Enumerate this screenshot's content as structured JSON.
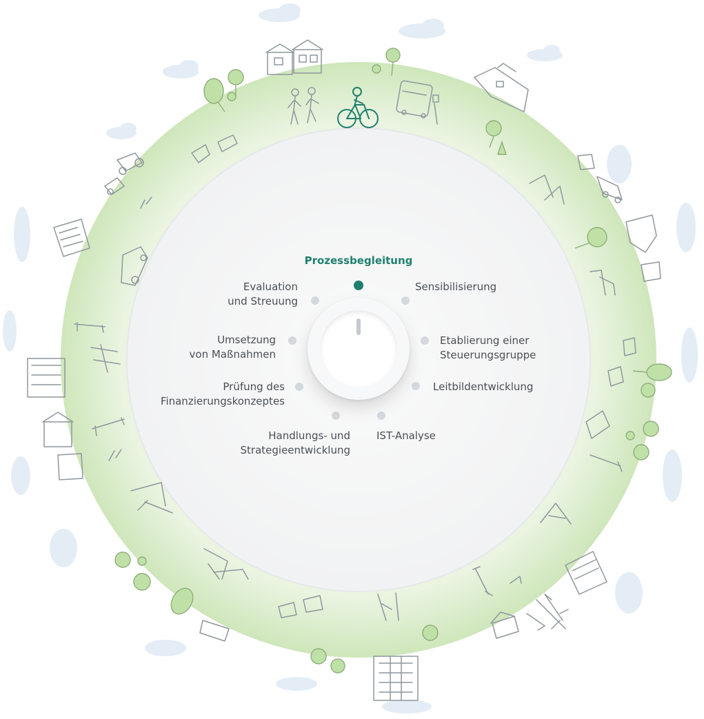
{
  "active_step": "Prozessbegleitung",
  "steps": [
    {
      "label": "Prozessbegleitung",
      "active": true
    },
    {
      "label": "Sensibilisierung"
    },
    {
      "label": "Etablierung einer\nSteuerungsgruppe"
    },
    {
      "label": "Leitbildentwicklung"
    },
    {
      "label": "IST-Analyse"
    },
    {
      "label": "Handlungs- und\nStrategieentwicklung"
    },
    {
      "label": "Prüfung des\nFinanzierungskonzeptes"
    },
    {
      "label": "Umsetzung\nvon Maßnahmen"
    },
    {
      "label": "Evaluation\nund Streuung"
    }
  ],
  "colors": {
    "accent": "#1f7f6e",
    "ring_green": "#d7ebc8",
    "inner_disc": "#f3f4f5",
    "dot_inactive": "#d4d9de",
    "label_text": "#4a4f55",
    "cloud": "#e4edf6",
    "tree_fill": "#bfe0a6"
  },
  "icons": [
    "bicycle-icon",
    "people-walking-icon",
    "bus-icon",
    "houses-icon",
    "tree-icon",
    "factory-icon",
    "car-icon",
    "truck-icon",
    "cow-icon",
    "tractor-icon",
    "streetlamp-icon",
    "apartment-building-icon",
    "crane-icon",
    "cloud-icon"
  ]
}
